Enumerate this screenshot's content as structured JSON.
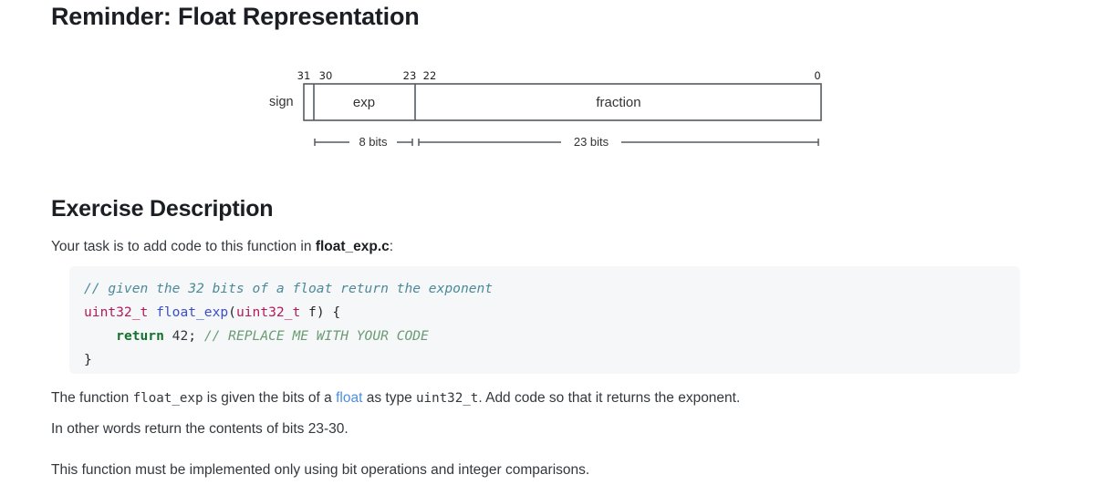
{
  "headings": {
    "reminder": "Reminder: Float Representation",
    "exercise": "Exercise Description"
  },
  "diagram": {
    "name": "float-representation-diagram",
    "sign_label": "sign",
    "exp_label": "exp",
    "fraction_label": "fraction",
    "bit_labels": {
      "b31": "31",
      "b30": "30",
      "b23": "23",
      "b22": "22",
      "b0": "0"
    },
    "measures": {
      "exp_width": "8 bits",
      "fraction_width": "23 bits"
    },
    "line_color": "#555b60"
  },
  "paragraphs": {
    "task_prefix": "Your task is to add code to this function in ",
    "task_file": "float_exp.c",
    "task_suffix": ":",
    "func_prefix": "The function ",
    "func_mono": "float_exp",
    "func_mid": " is given the bits of a ",
    "func_link": "float",
    "func_mid2": " as type ",
    "func_mono2": "uint32_t",
    "func_suffix": ". Add code so that it returns the exponent.",
    "other_words": "In other words return the contents of bits 23-30.",
    "implementation": "This function must be implemented only using bit operations and integer comparisons."
  },
  "code": {
    "line1_comment": "// given the 32 bits of a float return the exponent",
    "line2_type": "uint32_t",
    "line2_space1": " ",
    "line2_fn": "float_exp",
    "line2_paren": "(",
    "line2_type2": "uint32_t",
    "line2_arg": " f) {",
    "line3_indent": "    ",
    "line3_kw": "return",
    "line3_space": " ",
    "line3_num": "42",
    "line3_semi": "; ",
    "line3_comment": "// REPLACE ME WITH YOUR CODE",
    "line4_brace": "}"
  },
  "colors": {
    "link": "#4a90e2",
    "code_bg": "#f6f7f8",
    "keyword": "#14722e",
    "type": "#b5195b",
    "function": "#3b4ec9",
    "comment": "#4b8a9b",
    "comment_inline": "#6a9b74"
  }
}
